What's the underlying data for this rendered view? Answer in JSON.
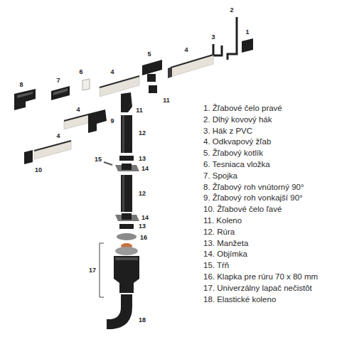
{
  "diagram": {
    "labels": [
      "2",
      "3",
      "1",
      "8",
      "7",
      "6",
      "4",
      "5",
      "4",
      "4",
      "9",
      "4",
      "10",
      "11",
      "11",
      "12",
      "15",
      "13",
      "14",
      "12",
      "14",
      "13",
      "16",
      "17",
      "18",
      "1. Žľabové čelo pravé",
      "2. Dlhý kovový hák",
      "3. Hák z PVC",
      "4. Odkvapový žľab",
      "5. Žľabový kotlík",
      "6. Tesniaca vložka",
      "7. Spojka",
      "8. Žľabový roh vnútorný 90°",
      "9. Žľabový roh vonkajší 90°",
      "10. Žľabové čelo ľavé",
      "11. Koleno",
      "12. Rúra",
      "13. Manžeta",
      "14. Objímka",
      "15. Tŕň",
      "16. Klapka pre rúru 70 x 80 mm",
      "17. Univerzálny lapač nečistôt",
      "18. Elastické koleno"
    ]
  }
}
